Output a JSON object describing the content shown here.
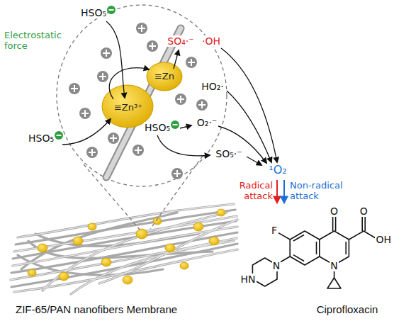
{
  "diagram": {
    "labels": [
      "HSO₅",
      "Electrostatic force",
      "SO₄·⁻",
      "·OH",
      "≡Zn",
      "HO₂·",
      "≡Zn³⁺",
      "HSO₅",
      "HSO₅",
      "O₂·⁻",
      "SO₅·⁻",
      "¹O₂",
      "Radical attack",
      "Non-radical attack",
      "O",
      "O",
      "F",
      "OH",
      "N",
      "N",
      "HN",
      "ZIF-65/PAN nanofibers Membrane",
      "Ciprofloxacin"
    ]
  }
}
